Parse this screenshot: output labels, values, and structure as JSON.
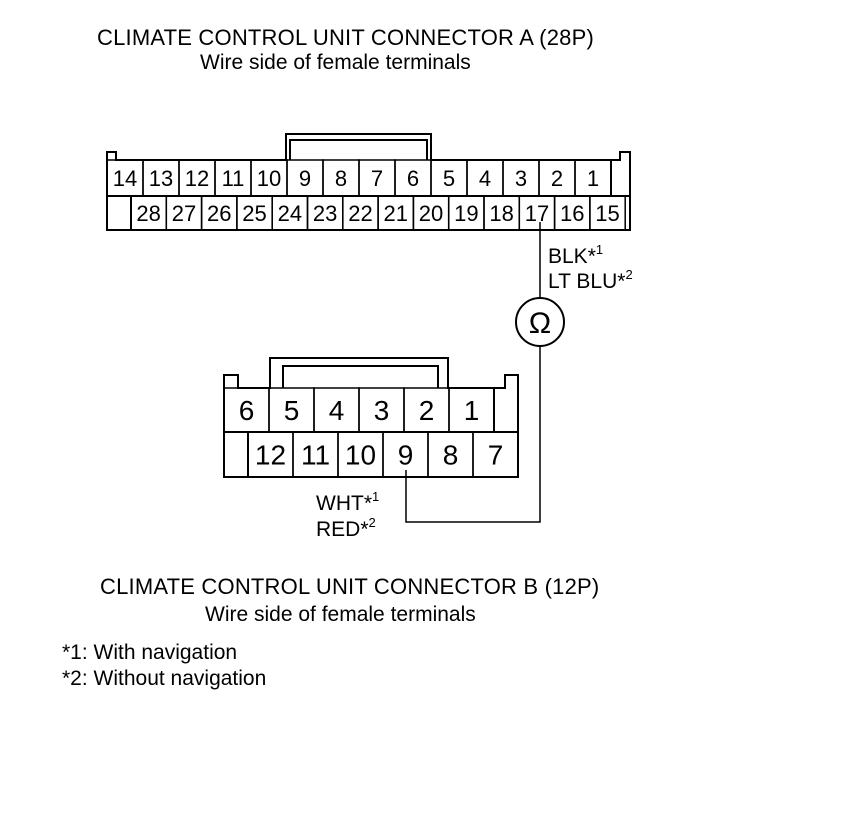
{
  "connector_a": {
    "title": "CLIMATE CONTROL UNIT CONNECTOR A (28P)",
    "subtitle": "Wire side of female terminals",
    "top_row_pins": [
      "14",
      "13",
      "12",
      "11",
      "10",
      "9",
      "8",
      "7",
      "6",
      "5",
      "4",
      "3",
      "2",
      "1"
    ],
    "bottom_row_pins": [
      "28",
      "27",
      "26",
      "25",
      "24",
      "23",
      "22",
      "21",
      "20",
      "19",
      "18",
      "17",
      "16",
      "15"
    ],
    "wire_label_1": "BLK*",
    "wire_label_1_mark": "1",
    "wire_label_2": "LT BLU*",
    "wire_label_2_mark": "2"
  },
  "connector_b": {
    "title": "CLIMATE CONTROL UNIT CONNECTOR B (12P)",
    "subtitle": "Wire side of female terminals",
    "top_row_pins": [
      "6",
      "5",
      "4",
      "3",
      "2",
      "1"
    ],
    "bottom_row_pins": [
      "12",
      "11",
      "10",
      "9",
      "8",
      "7"
    ],
    "wire_label_1": "WHT*",
    "wire_label_1_mark": "1",
    "wire_label_2": "RED*",
    "wire_label_2_mark": "2"
  },
  "meter": {
    "symbol": "Ω",
    "icon": "ohmmeter-icon"
  },
  "footnotes": [
    "*1: With navigation",
    "*2: Without navigation"
  ]
}
